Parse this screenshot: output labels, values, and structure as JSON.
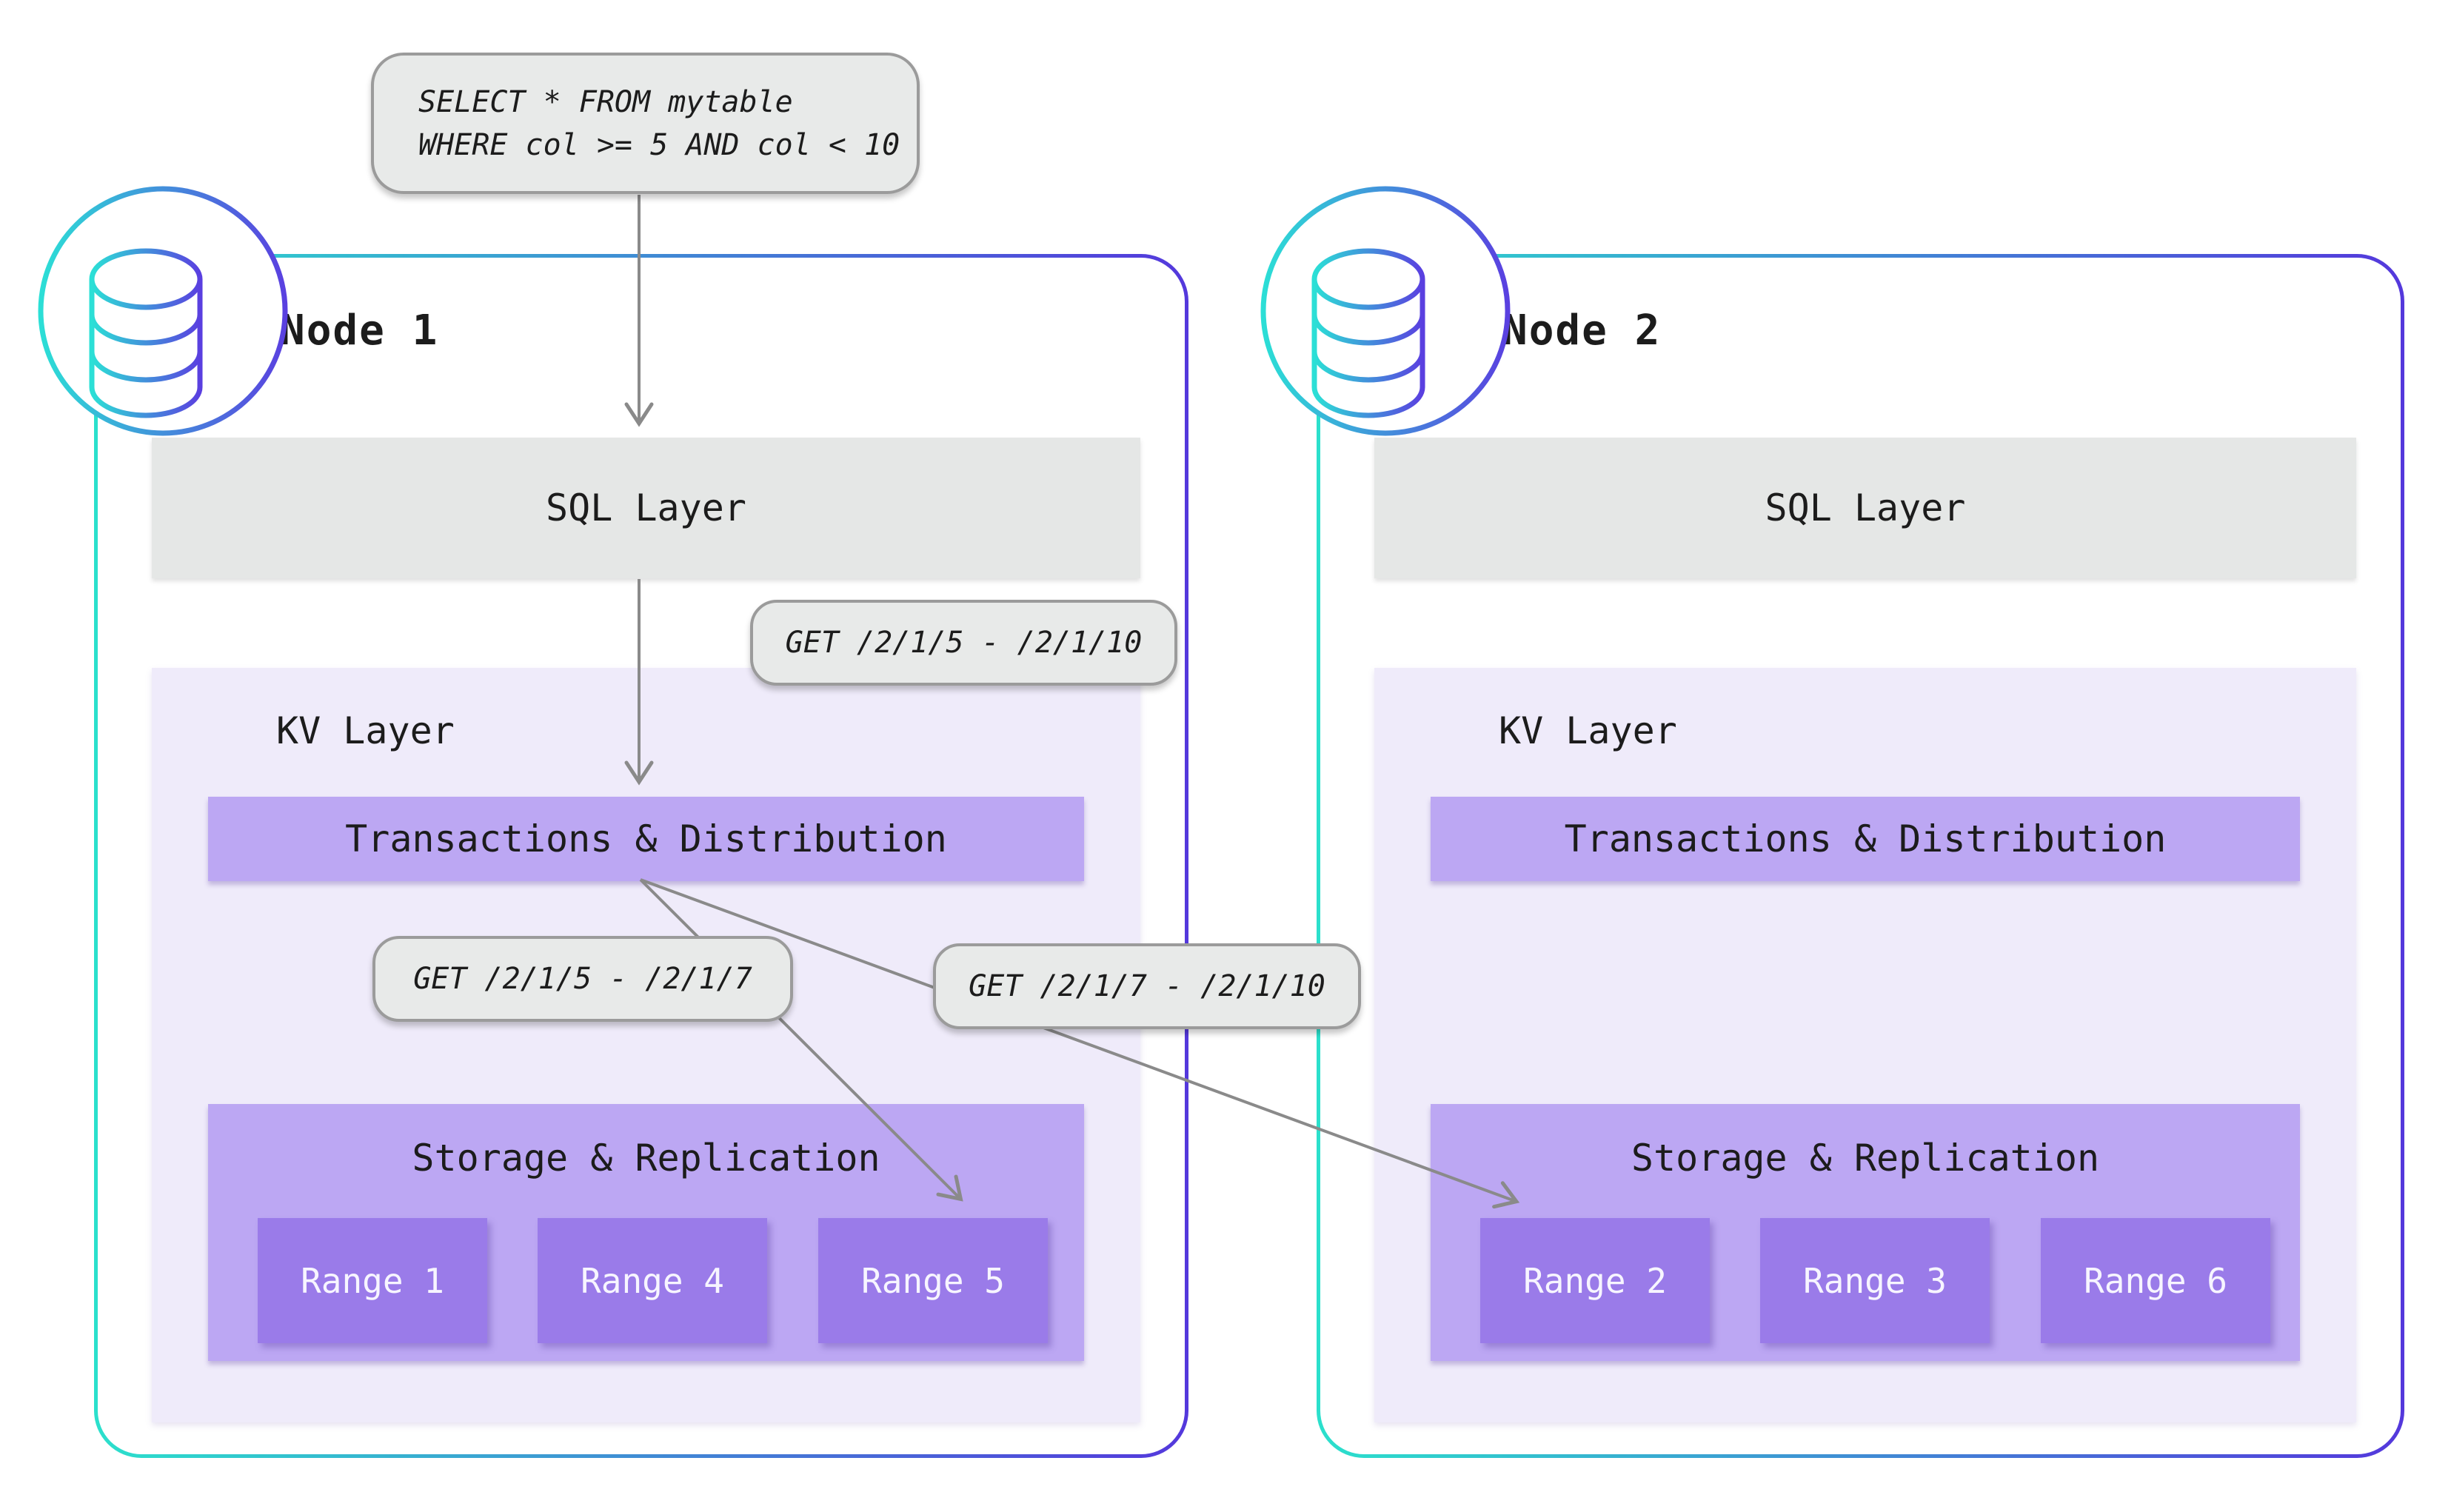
{
  "query": {
    "line1": "SELECT * FROM mytable",
    "line2": "WHERE col >= 5 AND col < 10"
  },
  "requests": {
    "combined": "GET /2/1/5 - /2/1/10",
    "left_split": "GET /2/1/5 - /2/1/7",
    "right_split": "GET /2/1/7 - /2/1/10"
  },
  "nodes": [
    {
      "title": "Node 1",
      "sql_layer": "SQL Layer",
      "kv_layer": "KV Layer",
      "transactions": "Transactions & Distribution",
      "storage": "Storage & Replication",
      "ranges": [
        "Range 1",
        "Range 4",
        "Range 5"
      ]
    },
    {
      "title": "Node 2",
      "sql_layer": "SQL Layer",
      "kv_layer": "KV Layer",
      "transactions": "Transactions & Distribution",
      "storage": "Storage & Replication",
      "ranges": [
        "Range 2",
        "Range 3",
        "Range 6"
      ]
    }
  ],
  "icons": {
    "node1": "database-icon",
    "node2": "database-icon"
  },
  "colors": {
    "node_border_start": "#2BE0CC",
    "node_border_end": "#5438DC",
    "layer_gray": "#E5E7E6",
    "kv_lavender": "#EFEBFA",
    "purple_mid": "#BCA7F3",
    "purple_dark": "#9A7BE9",
    "arrow_gray": "#8A8A8A",
    "bubble_fill": "#E8EAE9",
    "bubble_border": "#9B9B9B",
    "text_dark": "#1C1C1C",
    "range_text": "#F7F5FF"
  }
}
